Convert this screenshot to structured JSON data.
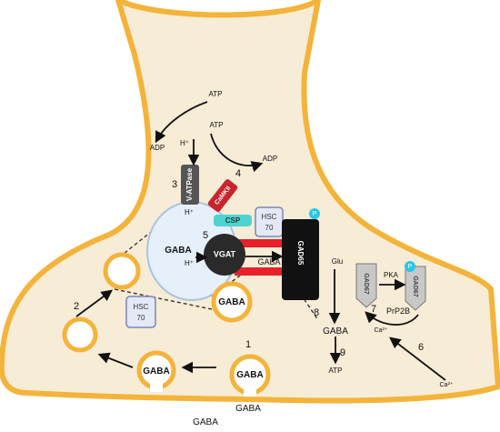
{
  "labels": {
    "atp_top": "ATP",
    "atp_mid": "ATP",
    "adp_left": "ADP",
    "adp_right": "ADP",
    "h_plus_top": "H⁺",
    "h_plus_vesicle": "H⁺",
    "h_plus_vgat": "H⁺",
    "gaba_vesicle": "GABA",
    "gaba_vgat": "GABA",
    "gaba_docked_small": "GABA",
    "gaba_bottom_left": "GABA",
    "gaba_bottom_right": "GABA",
    "gaba_below_membrane": "GABA",
    "gaba_cleft": "GABA",
    "gaba_cytosol": "GABA",
    "atp_bottom": "ATP",
    "glu": "Glu",
    "pka": "PKA",
    "prp2b": "PrP2B",
    "ca_inside": "Ca²⁺",
    "ca_outside": "Ca²⁺"
  },
  "proteins": {
    "v_atpase": "V-ATPase",
    "camkii": "CaMKII",
    "csp": "CSP",
    "hsc70_top": "HSC\n70",
    "hsc70_left": "HSC\n70",
    "vgat": "VGAT",
    "gad65": "GAD65",
    "gad67_left": "GAD67",
    "gad67_right": "GAD67",
    "phospho_marker": "P"
  },
  "steps": {
    "s1": "1",
    "s2": "2",
    "s3": "3",
    "s4": "4",
    "s5": "5",
    "s6": "6",
    "s7": "7",
    "s8": "8",
    "s9": "9"
  },
  "colors": {
    "terminal_fill": "#f7ecd6",
    "membrane": "#f4b33a",
    "vesicle_large_fill": "#e6f0fb",
    "vesicle_large_stroke": "#a9c3e3",
    "vgat_fill": "#2a2a2a",
    "red_bar": "#e8202a",
    "gad65_fill": "#111111",
    "csp_fill": "#4ed4d0",
    "camkii_fill": "#c8242c",
    "v_atpase_fill": "#555555",
    "hsc_fill": "#e5e8f7",
    "hsc_stroke": "#7a86b8",
    "gad67_fill": "#c8c8c8",
    "phospho_fill": "#2cc6e8"
  }
}
